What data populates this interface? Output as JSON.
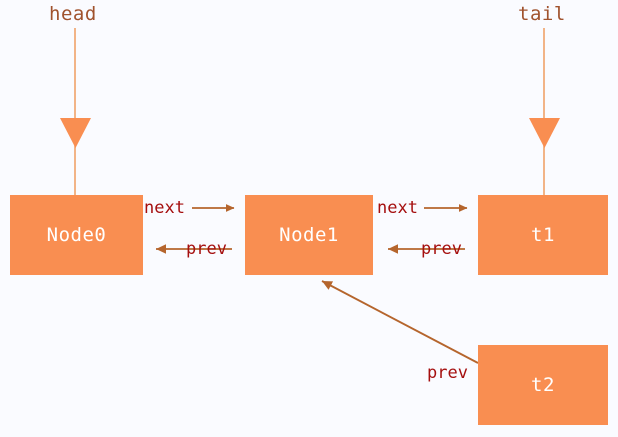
{
  "diagram": {
    "title": "doubly-linked-list-pointer-diagram",
    "background_color": "#fafbff",
    "node_fill_color": "#f98e51",
    "node_text_color": "#ffffff",
    "edge_line_color": "#b5652d",
    "edge_label_color": "#a50f0f",
    "pointer_label_color": "#a0522d",
    "nodes": [
      {
        "id": "node0",
        "label": "Node0"
      },
      {
        "id": "node1",
        "label": "Node1"
      },
      {
        "id": "t1",
        "label": "t1"
      },
      {
        "id": "t2",
        "label": "t2"
      }
    ],
    "pointers": [
      {
        "id": "head",
        "label": "head"
      },
      {
        "id": "tail",
        "label": "tail"
      }
    ],
    "edges": [
      {
        "id": "node0-next-node1",
        "label": "next"
      },
      {
        "id": "node1-prev-node0",
        "label": "prev"
      },
      {
        "id": "node1-next-t1",
        "label": "next"
      },
      {
        "id": "t1-prev-node1",
        "label": "prev"
      },
      {
        "id": "t2-prev-node1",
        "label": "prev"
      }
    ]
  }
}
